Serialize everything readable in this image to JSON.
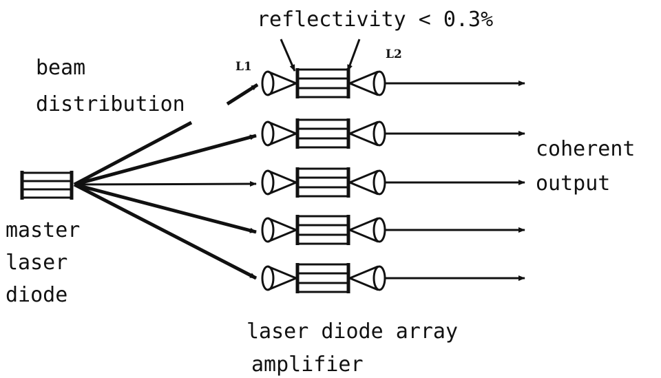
{
  "labels": {
    "reflectivity": "reflectivity < 0.3%",
    "beam_1": "beam",
    "beam_2": "distribution",
    "l1": "L1",
    "l2": "L2",
    "coherent_1": "coherent",
    "coherent_2": "output",
    "master_1": "master",
    "master_2": "laser",
    "master_3": "diode",
    "array_1": "laser diode array",
    "array_2": "amplifier"
  },
  "amplifier_count": 5
}
